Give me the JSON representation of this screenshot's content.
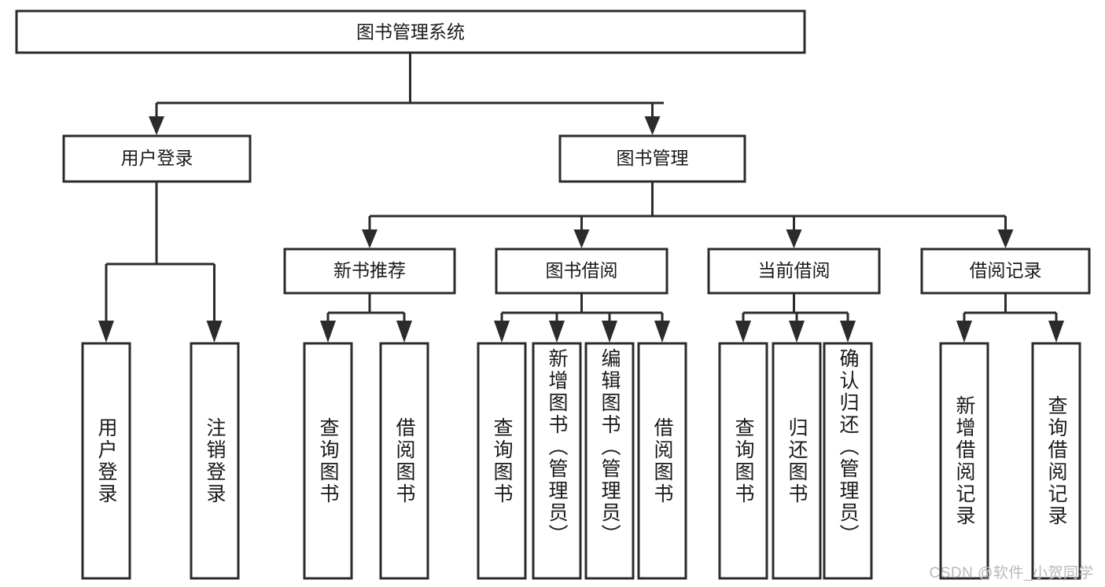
{
  "diagram": {
    "type": "tree-hierarchy-chart",
    "title": "图书管理系统",
    "orientation": "top-down",
    "colors": {
      "box_stroke": "#2b2b2b",
      "box_fill": "#ffffff",
      "connector": "#2b2b2b",
      "text": "#1a1a1a",
      "background": "#ffffff",
      "watermark": "#b9b9b9"
    },
    "root": {
      "label": "图书管理系统"
    },
    "level2": [
      {
        "id": "user-login",
        "label": "用户登录"
      },
      {
        "id": "book-management",
        "label": "图书管理"
      }
    ],
    "level3": [
      {
        "id": "new-book-recommend",
        "label": "新书推荐",
        "parent": "book-management"
      },
      {
        "id": "book-borrow",
        "label": "图书借阅",
        "parent": "book-management"
      },
      {
        "id": "current-borrow",
        "label": "当前借阅",
        "parent": "book-management"
      },
      {
        "id": "borrow-record",
        "label": "借阅记录",
        "parent": "book-management"
      }
    ],
    "leaves": [
      {
        "id": "leaf-user-login",
        "label": "用户登录",
        "parent": "user-login"
      },
      {
        "id": "leaf-logout-login",
        "label": "注销登录",
        "parent": "user-login"
      },
      {
        "id": "leaf-query-book-1",
        "label": "查询图书",
        "parent": "new-book-recommend"
      },
      {
        "id": "leaf-borrow-book-1",
        "label": "借阅图书",
        "parent": "new-book-recommend"
      },
      {
        "id": "leaf-query-book-2",
        "label": "查询图书",
        "parent": "book-borrow"
      },
      {
        "id": "leaf-add-book",
        "label": "新增图书（管理员）",
        "parent": "book-borrow"
      },
      {
        "id": "leaf-edit-book",
        "label": "编辑图书（管理员）",
        "parent": "book-borrow"
      },
      {
        "id": "leaf-borrow-book-2",
        "label": "借阅图书",
        "parent": "book-borrow"
      },
      {
        "id": "leaf-query-book-3",
        "label": "查询图书",
        "parent": "current-borrow"
      },
      {
        "id": "leaf-return-book",
        "label": "归还图书",
        "parent": "current-borrow"
      },
      {
        "id": "leaf-confirm-return",
        "label": "确认归还（管理员）",
        "parent": "current-borrow"
      },
      {
        "id": "leaf-add-record",
        "label": "新增借阅记录",
        "parent": "borrow-record"
      },
      {
        "id": "leaf-query-record",
        "label": "查询借阅记录",
        "parent": "borrow-record"
      }
    ]
  },
  "watermark": {
    "text": "CSDN @软件_小贺同学"
  }
}
